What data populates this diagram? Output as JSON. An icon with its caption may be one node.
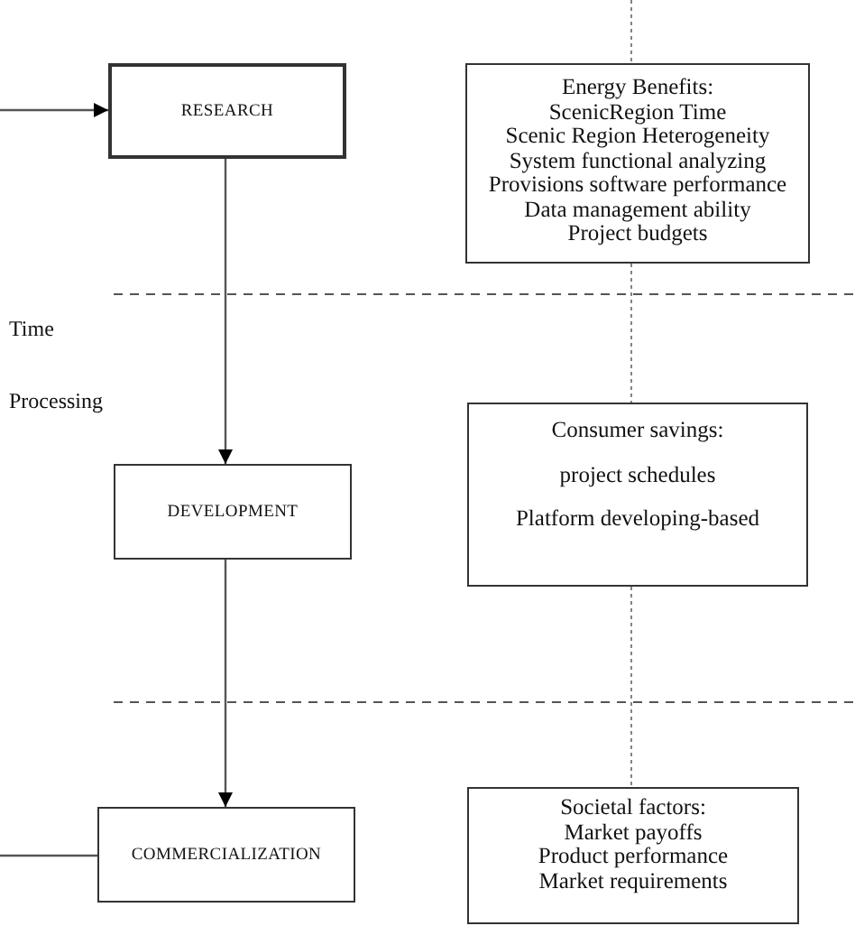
{
  "diagram": {
    "nodes": [
      {
        "text": [
          "RESEARCH"
        ]
      },
      {
        "text": [
          "Energy Benefits:",
          "ScenicRegion  Time",
          "Scenic Region Heterogeneity",
          "System functional analyzing",
          "Provisions software performance",
          "Data management ability",
          "Project budgets"
        ]
      },
      {
        "text": [
          "DEVELOPMENT"
        ]
      },
      {
        "text": [
          "Consumer savings:",
          "project schedules",
          "Platform developing-based"
        ]
      },
      {
        "text": [
          "COMMERCIALIZATION"
        ]
      },
      {
        "text": [
          "Societal factors:",
          "Market payoffs",
          "Product performance",
          "Market requirements"
        ]
      }
    ],
    "edges": [
      {
        "from": null,
        "to": 0,
        "arrow": "to"
      },
      {
        "from": 0,
        "to": 2,
        "arrow": "to"
      },
      {
        "from": 2,
        "to": 4,
        "arrow": "to"
      },
      {
        "from": null,
        "to": 4,
        "arrow": "none"
      },
      {
        "from": null,
        "to": 1,
        "arrow": "none",
        "style": "dashed"
      },
      {
        "from": 1,
        "to": 3,
        "arrow": "none",
        "style": "dashed"
      },
      {
        "from": 3,
        "to": 5,
        "arrow": "none",
        "style": "dashed"
      }
    ],
    "labels": [
      "Time",
      "Processing"
    ]
  }
}
